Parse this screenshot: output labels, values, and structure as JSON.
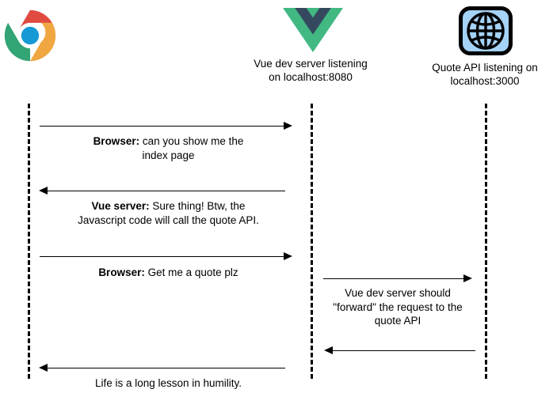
{
  "diagram": {
    "title": "Vue dev server proxy sequence diagram",
    "background": "#ffffff",
    "line_color": "#000000"
  },
  "actors": [
    {
      "id": "browser",
      "icon": "chrome-logo-icon",
      "label": "",
      "colors": {
        "red": "#e04a3f",
        "green": "#33a474",
        "yellow": "#f0a741",
        "blue": "#1799d6",
        "white": "#ffffff"
      }
    },
    {
      "id": "vue-dev-server",
      "icon": "vue-logo-icon",
      "label": "Vue dev server listening\non localhost:8080",
      "colors": {
        "green": "#42b883",
        "navy": "#35495e"
      }
    },
    {
      "id": "quote-api",
      "icon": "globe-icon",
      "label": "Quote API listening on\nlocalhost:3000",
      "colors": {
        "tile": "#a5d2f7",
        "outline": "#000000"
      }
    }
  ],
  "messages": [
    {
      "id": "m1",
      "from": "browser",
      "to": "vue-dev-server",
      "direction": "right",
      "sender": "Browser:",
      "text": "can you show me the\nindex page"
    },
    {
      "id": "m2",
      "from": "vue-dev-server",
      "to": "browser",
      "direction": "left",
      "sender": "Vue server:",
      "text": "Sure thing! Btw, the\nJavascript code will call the quote API."
    },
    {
      "id": "m3",
      "from": "browser",
      "to": "vue-dev-server",
      "direction": "right",
      "sender": "Browser:",
      "text": "Get me a quote plz"
    },
    {
      "id": "m4",
      "from": "vue-dev-server",
      "to": "quote-api",
      "direction": "right",
      "sender": "",
      "text": "Vue dev server should\n\"forward\" the request to the\nquote API"
    },
    {
      "id": "m5",
      "from": "quote-api",
      "to": "vue-dev-server",
      "direction": "left",
      "sender": "",
      "text": ""
    },
    {
      "id": "m6",
      "from": "vue-dev-server",
      "to": "browser",
      "direction": "left",
      "sender": "",
      "text": "Life is a long lesson in humility."
    }
  ]
}
